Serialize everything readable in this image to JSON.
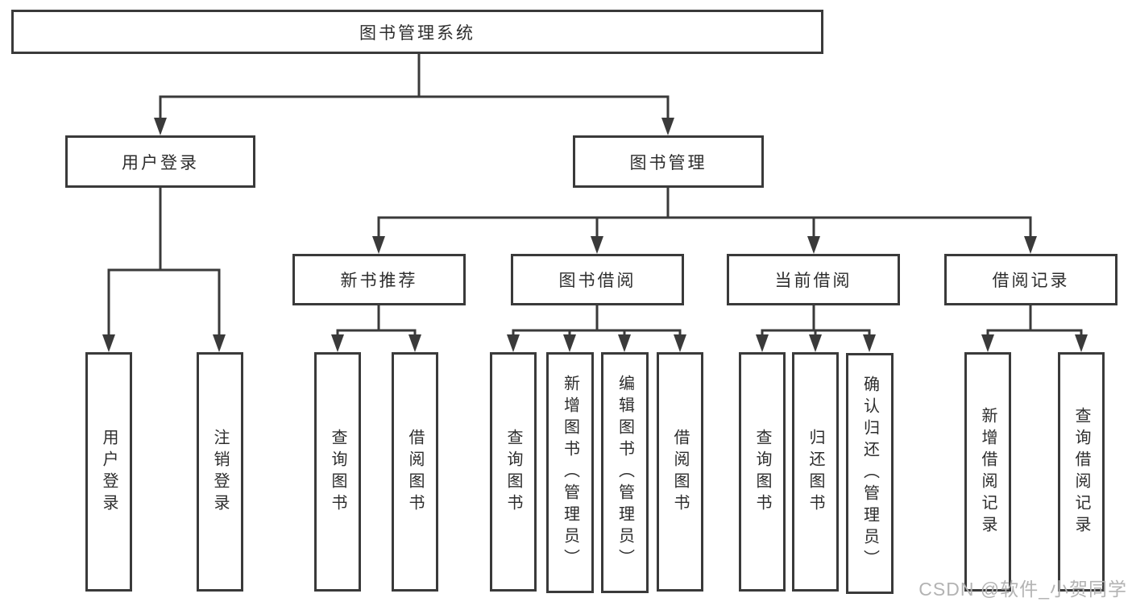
{
  "diagram": {
    "root": {
      "label": "图书管理系统"
    },
    "branches": [
      {
        "label": "用户登录",
        "children": [
          {
            "label": "用户登录"
          },
          {
            "label": "注销登录"
          }
        ]
      },
      {
        "label": "图书管理",
        "children": [
          {
            "label": "新书推荐",
            "children": [
              {
                "label": "查询图书"
              },
              {
                "label": "借阅图书"
              }
            ]
          },
          {
            "label": "图书借阅",
            "children": [
              {
                "label": "查询图书"
              },
              {
                "label": "新增图书（管理员）"
              },
              {
                "label": "编辑图书（管理员）"
              },
              {
                "label": "借阅图书"
              }
            ]
          },
          {
            "label": "当前借阅",
            "children": [
              {
                "label": "查询图书"
              },
              {
                "label": "归还图书"
              },
              {
                "label": "确认归还（管理员）"
              }
            ]
          },
          {
            "label": "借阅记录",
            "children": [
              {
                "label": "新增借阅记录"
              },
              {
                "label": "查询借阅记录"
              }
            ]
          }
        ]
      }
    ],
    "watermark": "CSDN @软件_小贺同学",
    "colors": {
      "line": "#3a3a3a",
      "text": "#2d2d2d",
      "box_background": "#ffffff",
      "watermark": "#b3b3b3"
    }
  }
}
